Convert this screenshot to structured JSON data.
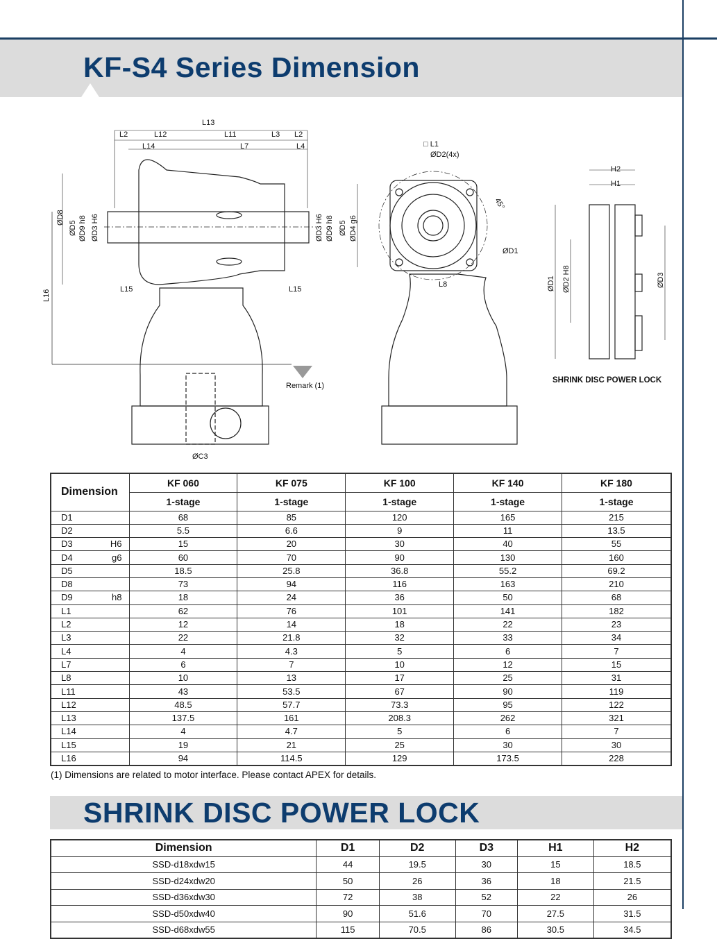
{
  "title": "KF-S4 Series Dimension",
  "drawing": {
    "labels_side": [
      "L13",
      "L2",
      "L12",
      "L11",
      "L3",
      "L2",
      "L14",
      "L7",
      "L4",
      "ØD8",
      "ØD5",
      "ØD9 h8",
      "ØD3 H6",
      "ØD3 H6",
      "ØD9 h8",
      "ØD5",
      "ØD4 g6",
      "L15",
      "L15",
      "L16"
    ],
    "remark": "Remark (1)",
    "c3": "ØC3",
    "labels_front": [
      "□ L1",
      "ØD2(4x)",
      "45°",
      "ØD1",
      "L8"
    ],
    "labels_disc": [
      "H2",
      "H1",
      "ØD1",
      "ØD2 H8",
      "ØD3"
    ],
    "disc_caption": "SHRINK DISC POWER LOCK"
  },
  "table1": {
    "dimension_header": "Dimension",
    "models": [
      "KF 060",
      "KF 075",
      "KF 100",
      "KF 140",
      "KF 180"
    ],
    "stage": "1-stage",
    "rows": [
      {
        "name": "D1",
        "tol": "",
        "v": [
          "68",
          "85",
          "120",
          "165",
          "215"
        ]
      },
      {
        "name": "D2",
        "tol": "",
        "v": [
          "5.5",
          "6.6",
          "9",
          "11",
          "13.5"
        ]
      },
      {
        "name": "D3",
        "tol": "H6",
        "v": [
          "15",
          "20",
          "30",
          "40",
          "55"
        ]
      },
      {
        "name": "D4",
        "tol": "g6",
        "v": [
          "60",
          "70",
          "90",
          "130",
          "160"
        ]
      },
      {
        "name": "D5",
        "tol": "",
        "v": [
          "18.5",
          "25.8",
          "36.8",
          "55.2",
          "69.2"
        ]
      },
      {
        "name": "D8",
        "tol": "",
        "v": [
          "73",
          "94",
          "116",
          "163",
          "210"
        ]
      },
      {
        "name": "D9",
        "tol": "h8",
        "v": [
          "18",
          "24",
          "36",
          "50",
          "68"
        ]
      },
      {
        "name": "L1",
        "tol": "",
        "v": [
          "62",
          "76",
          "101",
          "141",
          "182"
        ]
      },
      {
        "name": "L2",
        "tol": "",
        "v": [
          "12",
          "14",
          "18",
          "22",
          "23"
        ]
      },
      {
        "name": "L3",
        "tol": "",
        "v": [
          "22",
          "21.8",
          "32",
          "33",
          "34"
        ]
      },
      {
        "name": "L4",
        "tol": "",
        "v": [
          "4",
          "4.3",
          "5",
          "6",
          "7"
        ]
      },
      {
        "name": "L7",
        "tol": "",
        "v": [
          "6",
          "7",
          "10",
          "12",
          "15"
        ]
      },
      {
        "name": "L8",
        "tol": "",
        "v": [
          "10",
          "13",
          "17",
          "25",
          "31"
        ]
      },
      {
        "name": "L11",
        "tol": "",
        "v": [
          "43",
          "53.5",
          "67",
          "90",
          "119"
        ]
      },
      {
        "name": "L12",
        "tol": "",
        "v": [
          "48.5",
          "57.7",
          "73.3",
          "95",
          "122"
        ]
      },
      {
        "name": "L13",
        "tol": "",
        "v": [
          "137.5",
          "161",
          "208.3",
          "262",
          "321"
        ]
      },
      {
        "name": "L14",
        "tol": "",
        "v": [
          "4",
          "4.7",
          "5",
          "6",
          "7"
        ]
      },
      {
        "name": "L15",
        "tol": "",
        "v": [
          "19",
          "21",
          "25",
          "30",
          "30"
        ]
      },
      {
        "name": "L16",
        "tol": "",
        "v": [
          "94",
          "114.5",
          "129",
          "173.5",
          "228"
        ]
      }
    ],
    "note": "(1) Dimensions are related to motor interface. Please contact APEX for details."
  },
  "section2_title": "SHRINK DISC POWER LOCK",
  "table2": {
    "headers": [
      "Dimension",
      "D1",
      "D2",
      "D3",
      "H1",
      "H2"
    ],
    "rows": [
      [
        "SSD-d18xdw15",
        "44",
        "19.5",
        "30",
        "15",
        "18.5"
      ],
      [
        "SSD-d24xdw20",
        "50",
        "26",
        "36",
        "18",
        "21.5"
      ],
      [
        "SSD-d36xdw30",
        "72",
        "38",
        "52",
        "22",
        "26"
      ],
      [
        "SSD-d50xdw40",
        "90",
        "51.6",
        "70",
        "27.5",
        "31.5"
      ],
      [
        "SSD-d68xdw55",
        "115",
        "70.5",
        "86",
        "30.5",
        "34.5"
      ]
    ]
  },
  "colors": {
    "brand": "#0d3c6e",
    "band": "#dcdcdc"
  }
}
